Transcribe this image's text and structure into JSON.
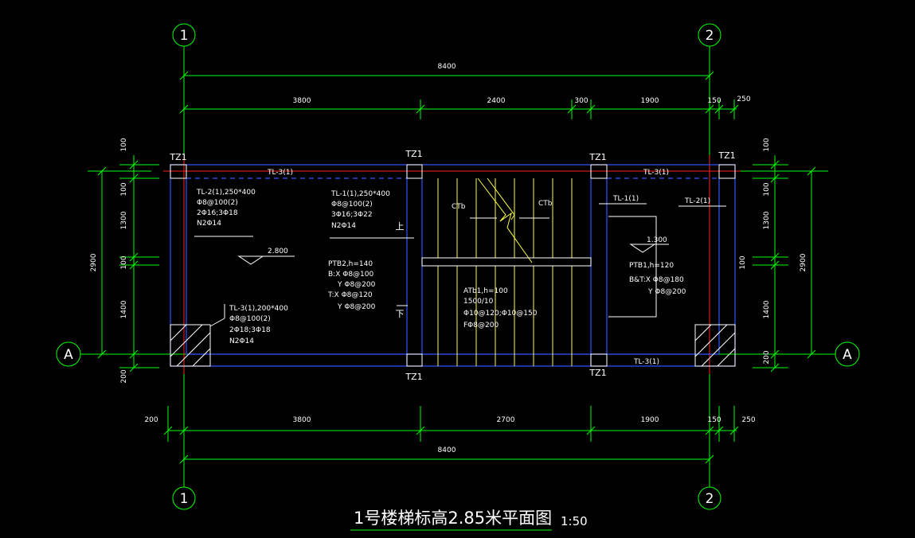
{
  "title": {
    "main": "1号楼梯标高2.85米平面图",
    "scale": "1:50"
  },
  "axes": {
    "col1": "1",
    "col2": "2",
    "rowA": "A"
  },
  "dims": {
    "top_total": "8400",
    "top_a": "3800",
    "top_b": "2400",
    "top_c": "300",
    "top_d": "1900",
    "top_e": "150",
    "top_f": "250",
    "bot_total": "8400",
    "bot_a": "200",
    "bot_b": "3800",
    "bot_c": "2700",
    "bot_d": "1900",
    "bot_e": "150",
    "bot_f": "250",
    "left_total": "2900",
    "left_a": "100",
    "left_b": "100",
    "left_c": "1300",
    "left_d": "100",
    "left_e": "1400",
    "left_f": "200",
    "right_total": "2900",
    "right_a": "100",
    "right_b": "100",
    "right_c": "1300",
    "right_d": "100",
    "right_e": "1400",
    "right_f": "200"
  },
  "columns": {
    "tz": "TZ1"
  },
  "beams": {
    "tl3_top_left": "TL-3(1)",
    "tl3_top_right": "TL-3(1)",
    "tl3_bottom_right": "TL-3(1)",
    "tl1_right": "TL-1(1)",
    "tl2_right": "TL-2(1)"
  },
  "notes": {
    "tl2": [
      "TL-2(1),250*400",
      "Φ8@100(2)",
      "2Φ16;3Φ18",
      "N2Φ14"
    ],
    "tl1": [
      "TL-1(1),250*400",
      "Φ8@100(2)",
      "3Φ16;3Φ22",
      "N2Φ14"
    ],
    "tl3": [
      "TL-3(1),200*400",
      "Φ8@100(2)",
      "2Φ18;3Φ18",
      "N2Φ14"
    ],
    "ptb2": [
      "PTB2,h=140",
      "B:X Φ8@100",
      "Y Φ8@200",
      "T:X Φ8@120",
      "Y Φ8@200"
    ],
    "atb1": [
      "ATb1,h=100",
      "1500/10",
      "Φ10@120;Φ10@150",
      "FΦ8@200"
    ],
    "ptb1": [
      "PTB1,h=120",
      "B&T:X Φ8@180",
      "Y Φ8@200"
    ]
  },
  "levels": {
    "left": "2.800",
    "right": "1.300"
  },
  "stair": {
    "ctb_left": "CTb",
    "ctb_right": "CTb",
    "up": "上",
    "down": "下"
  }
}
